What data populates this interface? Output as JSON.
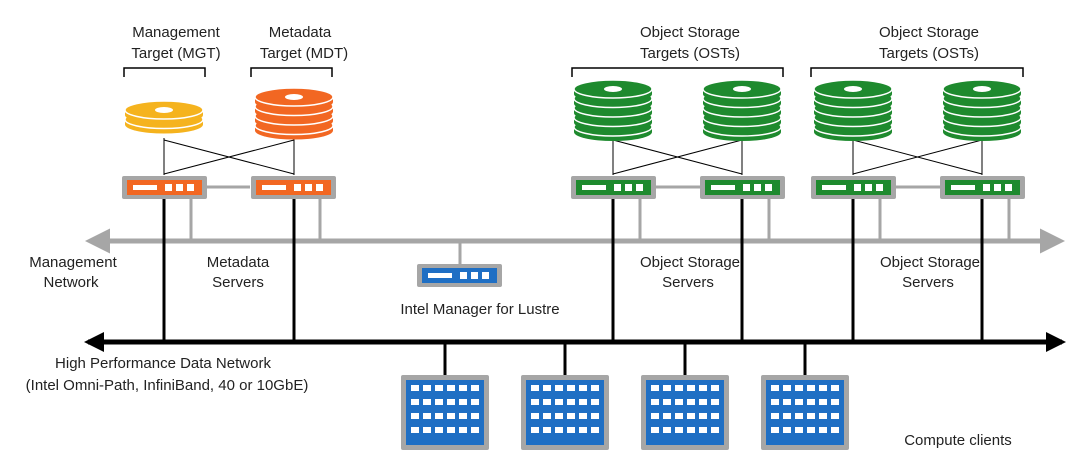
{
  "labels": {
    "mgt_line1": "Management",
    "mgt_line2": "Target (MGT)",
    "mdt_line1": "Metadata",
    "mdt_line2": "Target (MDT)",
    "ost1_line1": "Object Storage",
    "ost1_line2": "Targets (OSTs)",
    "ost2_line1": "Object Storage",
    "ost2_line2": "Targets (OSTs)",
    "mgmt_net_line1": "Management",
    "mgmt_net_line2": "Network",
    "meta_srv_line1": "Metadata",
    "meta_srv_line2": "Servers",
    "oss1_line1": "Object Storage",
    "oss1_line2": "Servers",
    "oss2_line1": "Object Storage",
    "oss2_line2": "Servers",
    "iml": "Intel Manager for Lustre",
    "hpdn_line1": "High Performance Data Network",
    "hpdn_line2": "(Intel Omni-Path, InfiniBand, 40 or 10GbE)",
    "compute": "Compute clients"
  },
  "colors": {
    "mgt_disk": "#F5B31E",
    "mdt_disk": "#F26722",
    "ost_disk": "#1E8A2E",
    "mds_server": "#F26722",
    "oss_server": "#1E8A2E",
    "iml_server": "#1F6FC4",
    "client_blue": "#1F6FC4",
    "frame_gray": "#A6A6A6",
    "mgmt_network": "#A6A6A6",
    "data_network": "#000000"
  }
}
